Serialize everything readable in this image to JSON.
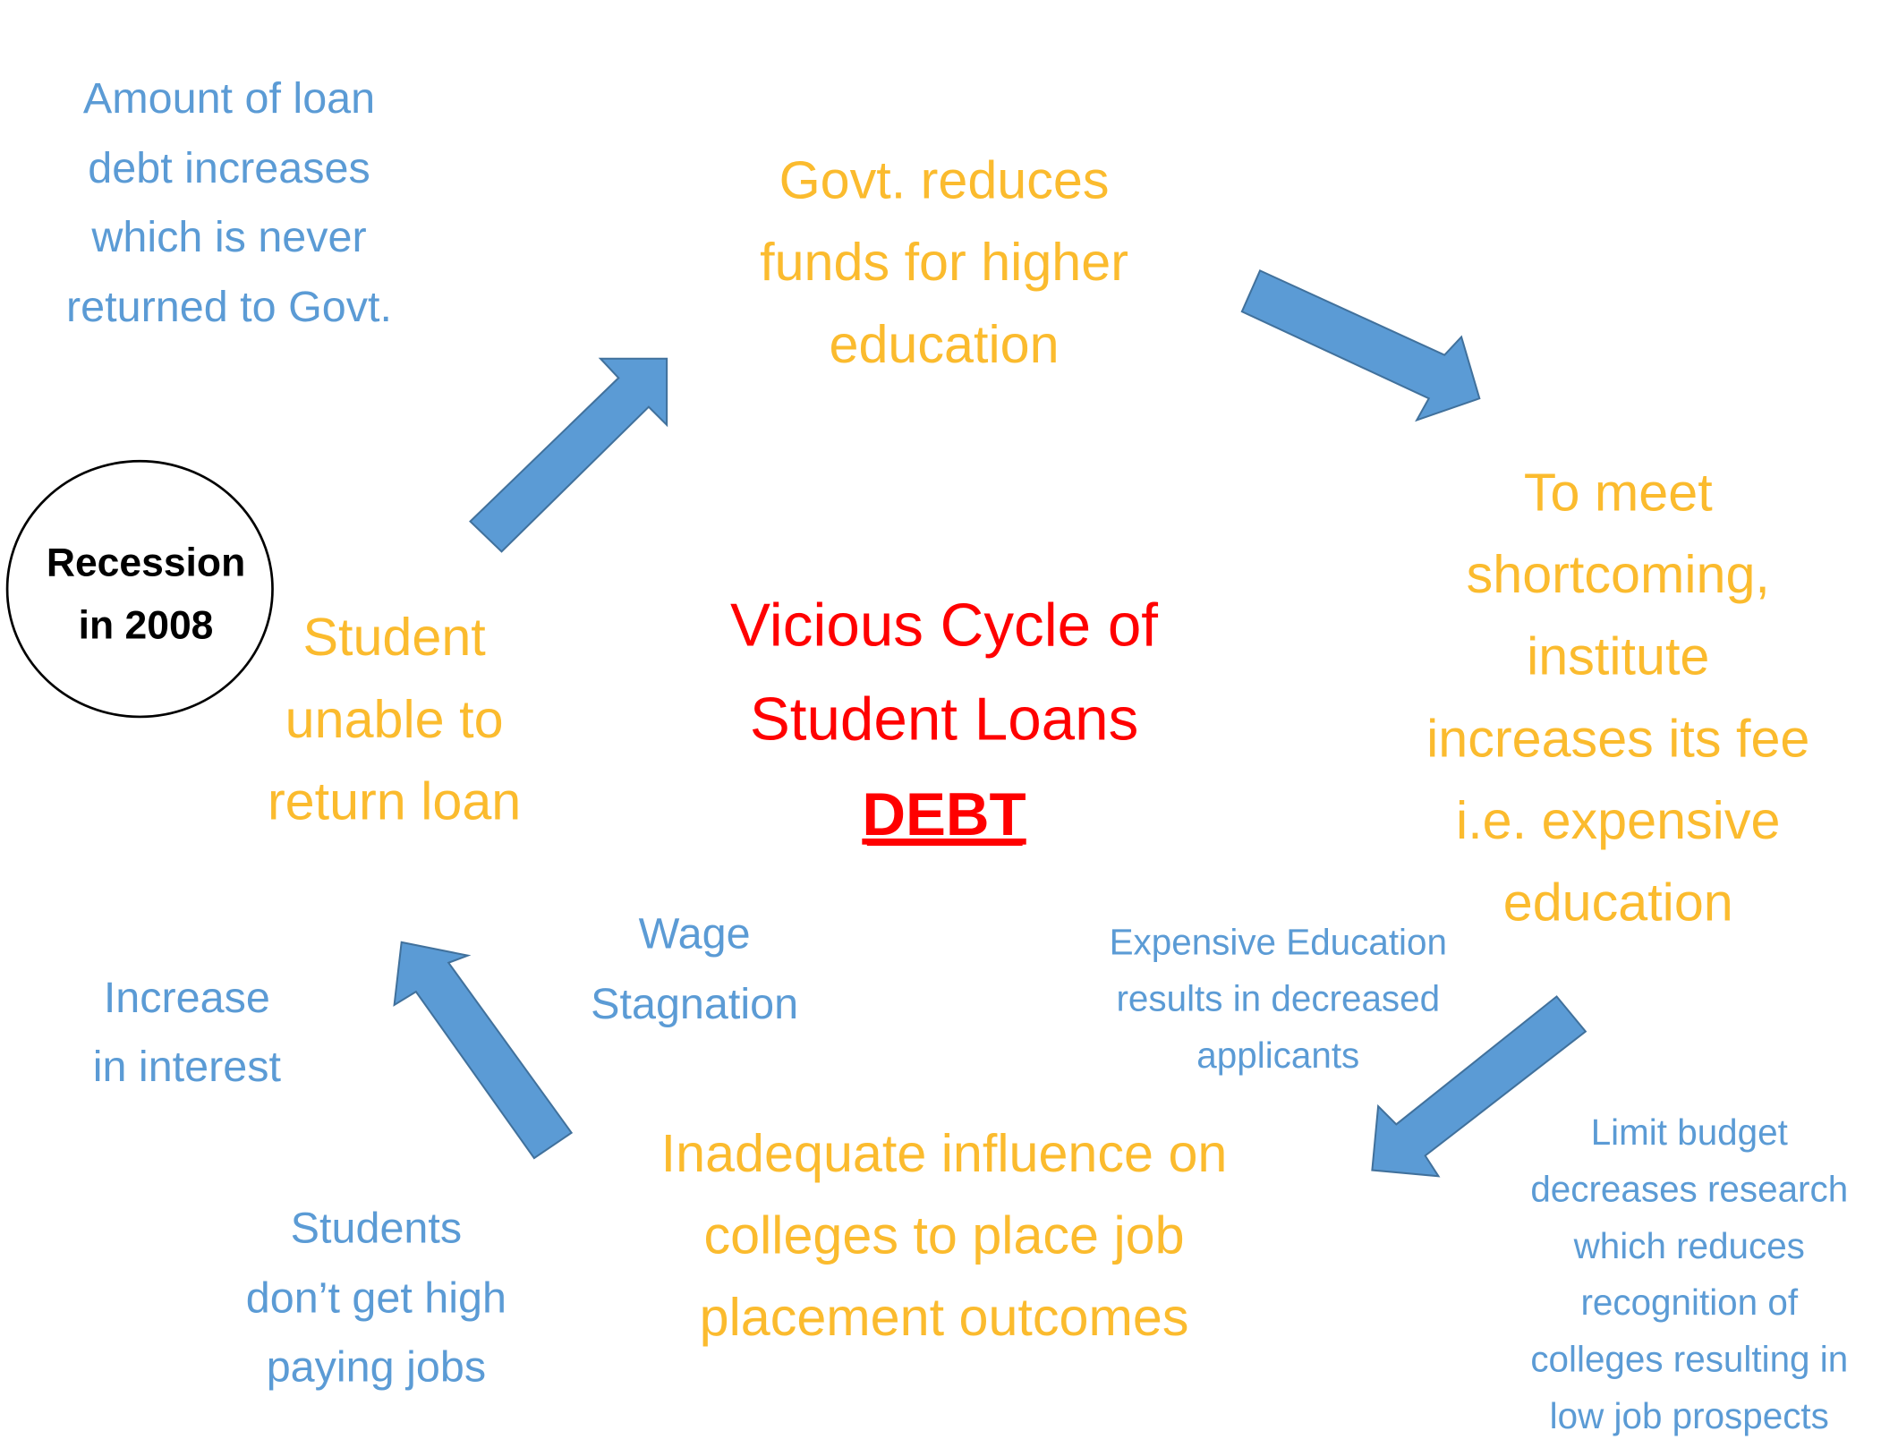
{
  "title": {
    "lines": [
      "Vicious Cycle of",
      "Student Loans"
    ],
    "emphasis": "DEBT"
  },
  "start_node": {
    "lines": [
      "Recession",
      "in 2008"
    ]
  },
  "stages": [
    {
      "lines": [
        "Govt. reduces",
        "funds for higher",
        "education"
      ]
    },
    {
      "lines": [
        "To meet",
        "shortcoming,",
        "institute",
        "increases its fee",
        "i.e. expensive",
        "education"
      ]
    },
    {
      "lines": [
        "Inadequate influence on",
        "colleges to place job",
        "placement outcomes"
      ]
    },
    {
      "lines": [
        "Student",
        "unable to",
        "return loan"
      ]
    }
  ],
  "notes": [
    {
      "lines": [
        "Amount of loan",
        "debt increases",
        "which is never",
        "returned to Govt."
      ]
    },
    {
      "lines": [
        "Expensive Education",
        "results in decreased",
        "applicants"
      ]
    },
    {
      "lines": [
        "Limit budget",
        "decreases research",
        "which reduces",
        "recognition of",
        "colleges resulting in",
        "low job prospects"
      ]
    },
    {
      "lines": [
        "Wage",
        "Stagnation"
      ]
    },
    {
      "lines": [
        "Increase",
        "in interest"
      ]
    },
    {
      "lines": [
        "Students",
        "don’t get high",
        "paying jobs"
      ]
    }
  ],
  "colors": {
    "note": "#5B9BD5",
    "stage": "#FBBB2E",
    "title": "#FF0000",
    "arrow": "#5B9BD5"
  }
}
